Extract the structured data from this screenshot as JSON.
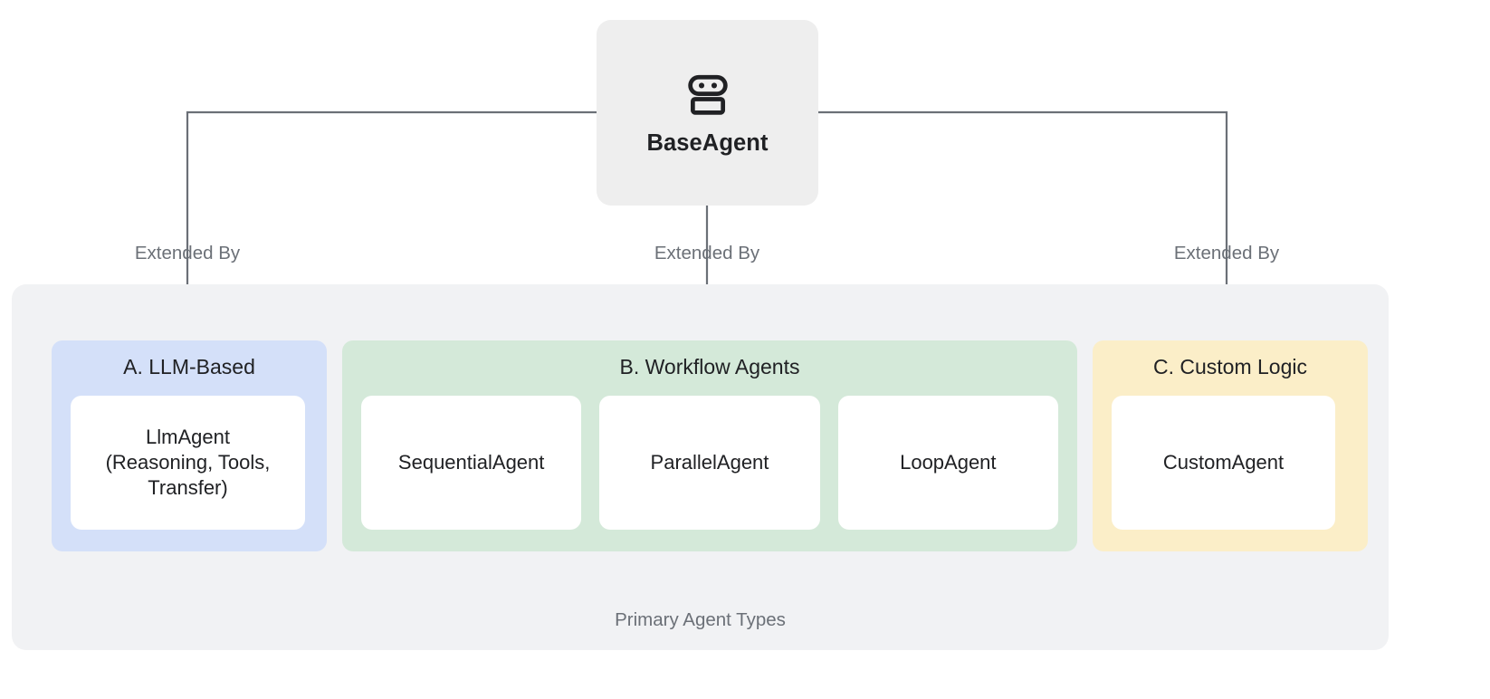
{
  "diagram": {
    "root": {
      "label": "BaseAgent",
      "icon": "robot-icon"
    },
    "edges": [
      {
        "label": "Extended By",
        "target": "A. LLM-Based"
      },
      {
        "label": "Extended By",
        "target": "B. Workflow Agents"
      },
      {
        "label": "Extended By",
        "target": "C. Custom Logic"
      }
    ],
    "group": {
      "caption": "Primary Agent Types",
      "panels": [
        {
          "id": "llm-based",
          "title": "A. LLM-Based",
          "color": "#d4e0f9",
          "cards": [
            {
              "label": "LlmAgent\n(Reasoning, Tools,\nTransfer)"
            }
          ]
        },
        {
          "id": "workflow-agents",
          "title": "B. Workflow Agents",
          "color": "#d4e9d9",
          "cards": [
            {
              "label": "SequentialAgent"
            },
            {
              "label": "ParallelAgent"
            },
            {
              "label": "LoopAgent"
            }
          ]
        },
        {
          "id": "custom-logic",
          "title": "C. Custom Logic",
          "color": "#fbeec8",
          "cards": [
            {
              "label": "CustomAgent"
            }
          ]
        }
      ]
    },
    "colors": {
      "root_node_bg": "#eeeeee",
      "group_bg": "#f1f2f4",
      "card_bg": "#ffffff",
      "connector": "#6b7077",
      "text_primary": "#202124",
      "text_muted": "#6b7077"
    }
  }
}
